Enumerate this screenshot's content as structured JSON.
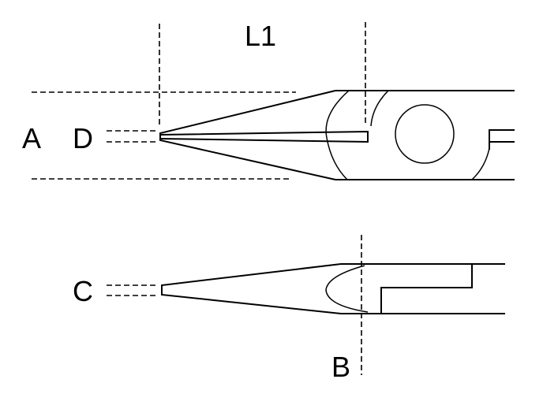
{
  "labels": {
    "length": "L1",
    "width_a": "A",
    "tip_d": "D",
    "tip_c": "C",
    "thickness_b": "B"
  }
}
